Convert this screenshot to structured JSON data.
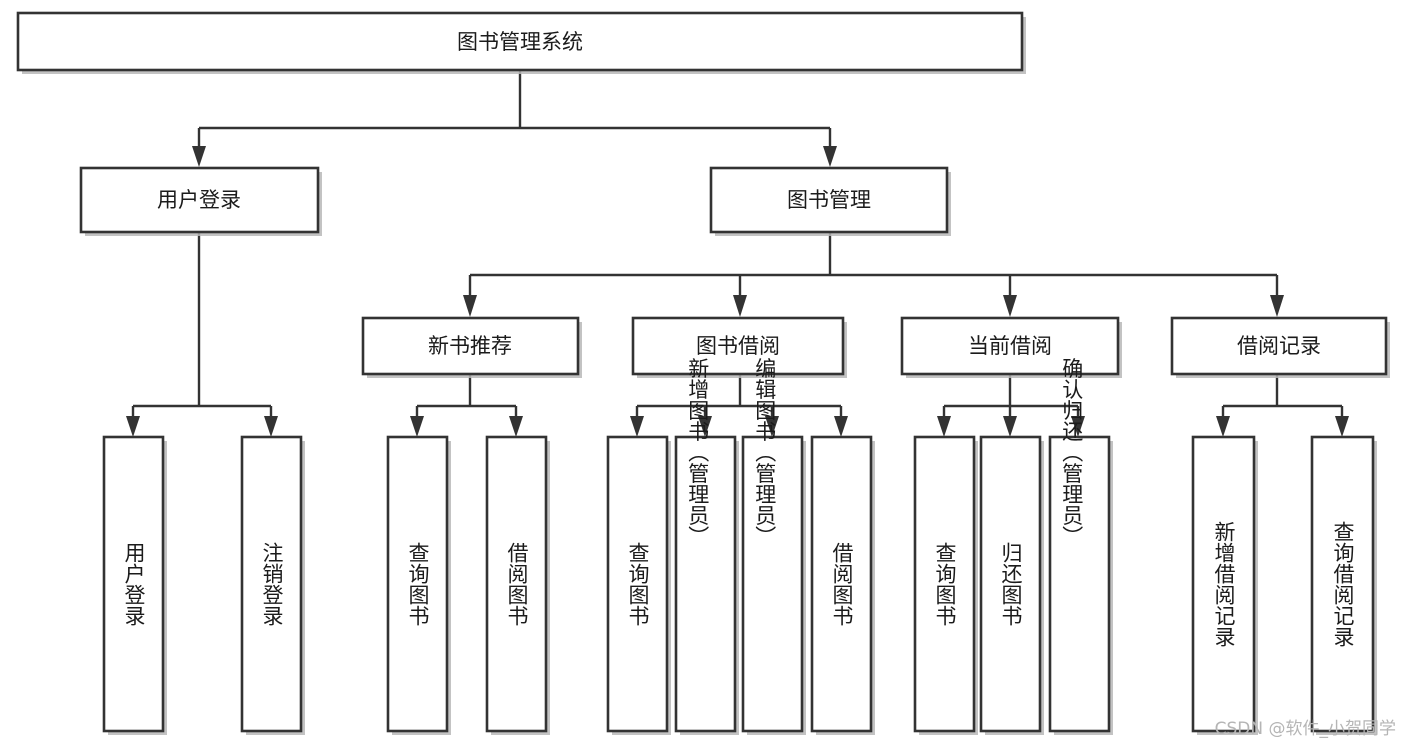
{
  "diagram": {
    "type": "tree",
    "title": "图书管理系统",
    "watermark": "CSDN @软件_小贺同学",
    "colors": {
      "background": "#ffffff",
      "box_stroke": "#333333",
      "box_fill": "#ffffff",
      "connector": "#333333",
      "text": "#1b1b1b",
      "watermark": "#b5b5b5"
    },
    "levels": {
      "root": {
        "label": "图书管理系统"
      },
      "level2": [
        {
          "label": "用户登录"
        },
        {
          "label": "图书管理"
        }
      ],
      "level3": [
        {
          "label": "新书推荐"
        },
        {
          "label": "图书借阅"
        },
        {
          "label": "当前借阅"
        },
        {
          "label": "借阅记录"
        }
      ],
      "leaves": {
        "user_login": [
          {
            "label": "用户登录"
          },
          {
            "label": "注销登录"
          }
        ],
        "new_book_recommend": [
          {
            "label": "查询图书"
          },
          {
            "label": "借阅图书"
          }
        ],
        "book_borrow": [
          {
            "label": "查询图书"
          },
          {
            "label": "新增图书（管理员）"
          },
          {
            "label": "编辑图书（管理员）"
          },
          {
            "label": "借阅图书"
          }
        ],
        "current_borrow": [
          {
            "label": "查询图书"
          },
          {
            "label": "归还图书"
          },
          {
            "label": "确认归还（管理员）"
          }
        ],
        "borrow_record": [
          {
            "label": "新增借阅记录"
          },
          {
            "label": "查询借阅记录"
          }
        ]
      }
    },
    "edges": [
      {
        "from": "图书管理系统",
        "to": "用户登录"
      },
      {
        "from": "图书管理系统",
        "to": "图书管理"
      },
      {
        "from": "图书管理",
        "to": "新书推荐"
      },
      {
        "from": "图书管理",
        "to": "图书借阅"
      },
      {
        "from": "图书管理",
        "to": "当前借阅"
      },
      {
        "from": "图书管理",
        "to": "借阅记录"
      },
      {
        "from": "用户登录",
        "to": "用户登录"
      },
      {
        "from": "用户登录",
        "to": "注销登录"
      },
      {
        "from": "新书推荐",
        "to": "查询图书"
      },
      {
        "from": "新书推荐",
        "to": "借阅图书"
      },
      {
        "from": "图书借阅",
        "to": "查询图书"
      },
      {
        "from": "图书借阅",
        "to": "新增图书（管理员）"
      },
      {
        "from": "图书借阅",
        "to": "编辑图书（管理员）"
      },
      {
        "from": "图书借阅",
        "to": "借阅图书"
      },
      {
        "from": "当前借阅",
        "to": "查询图书"
      },
      {
        "from": "当前借阅",
        "to": "归还图书"
      },
      {
        "from": "当前借阅",
        "to": "确认归还（管理员）"
      },
      {
        "from": "借阅记录",
        "to": "新增借阅记录"
      },
      {
        "from": "借阅记录",
        "to": "查询借阅记录"
      }
    ]
  }
}
